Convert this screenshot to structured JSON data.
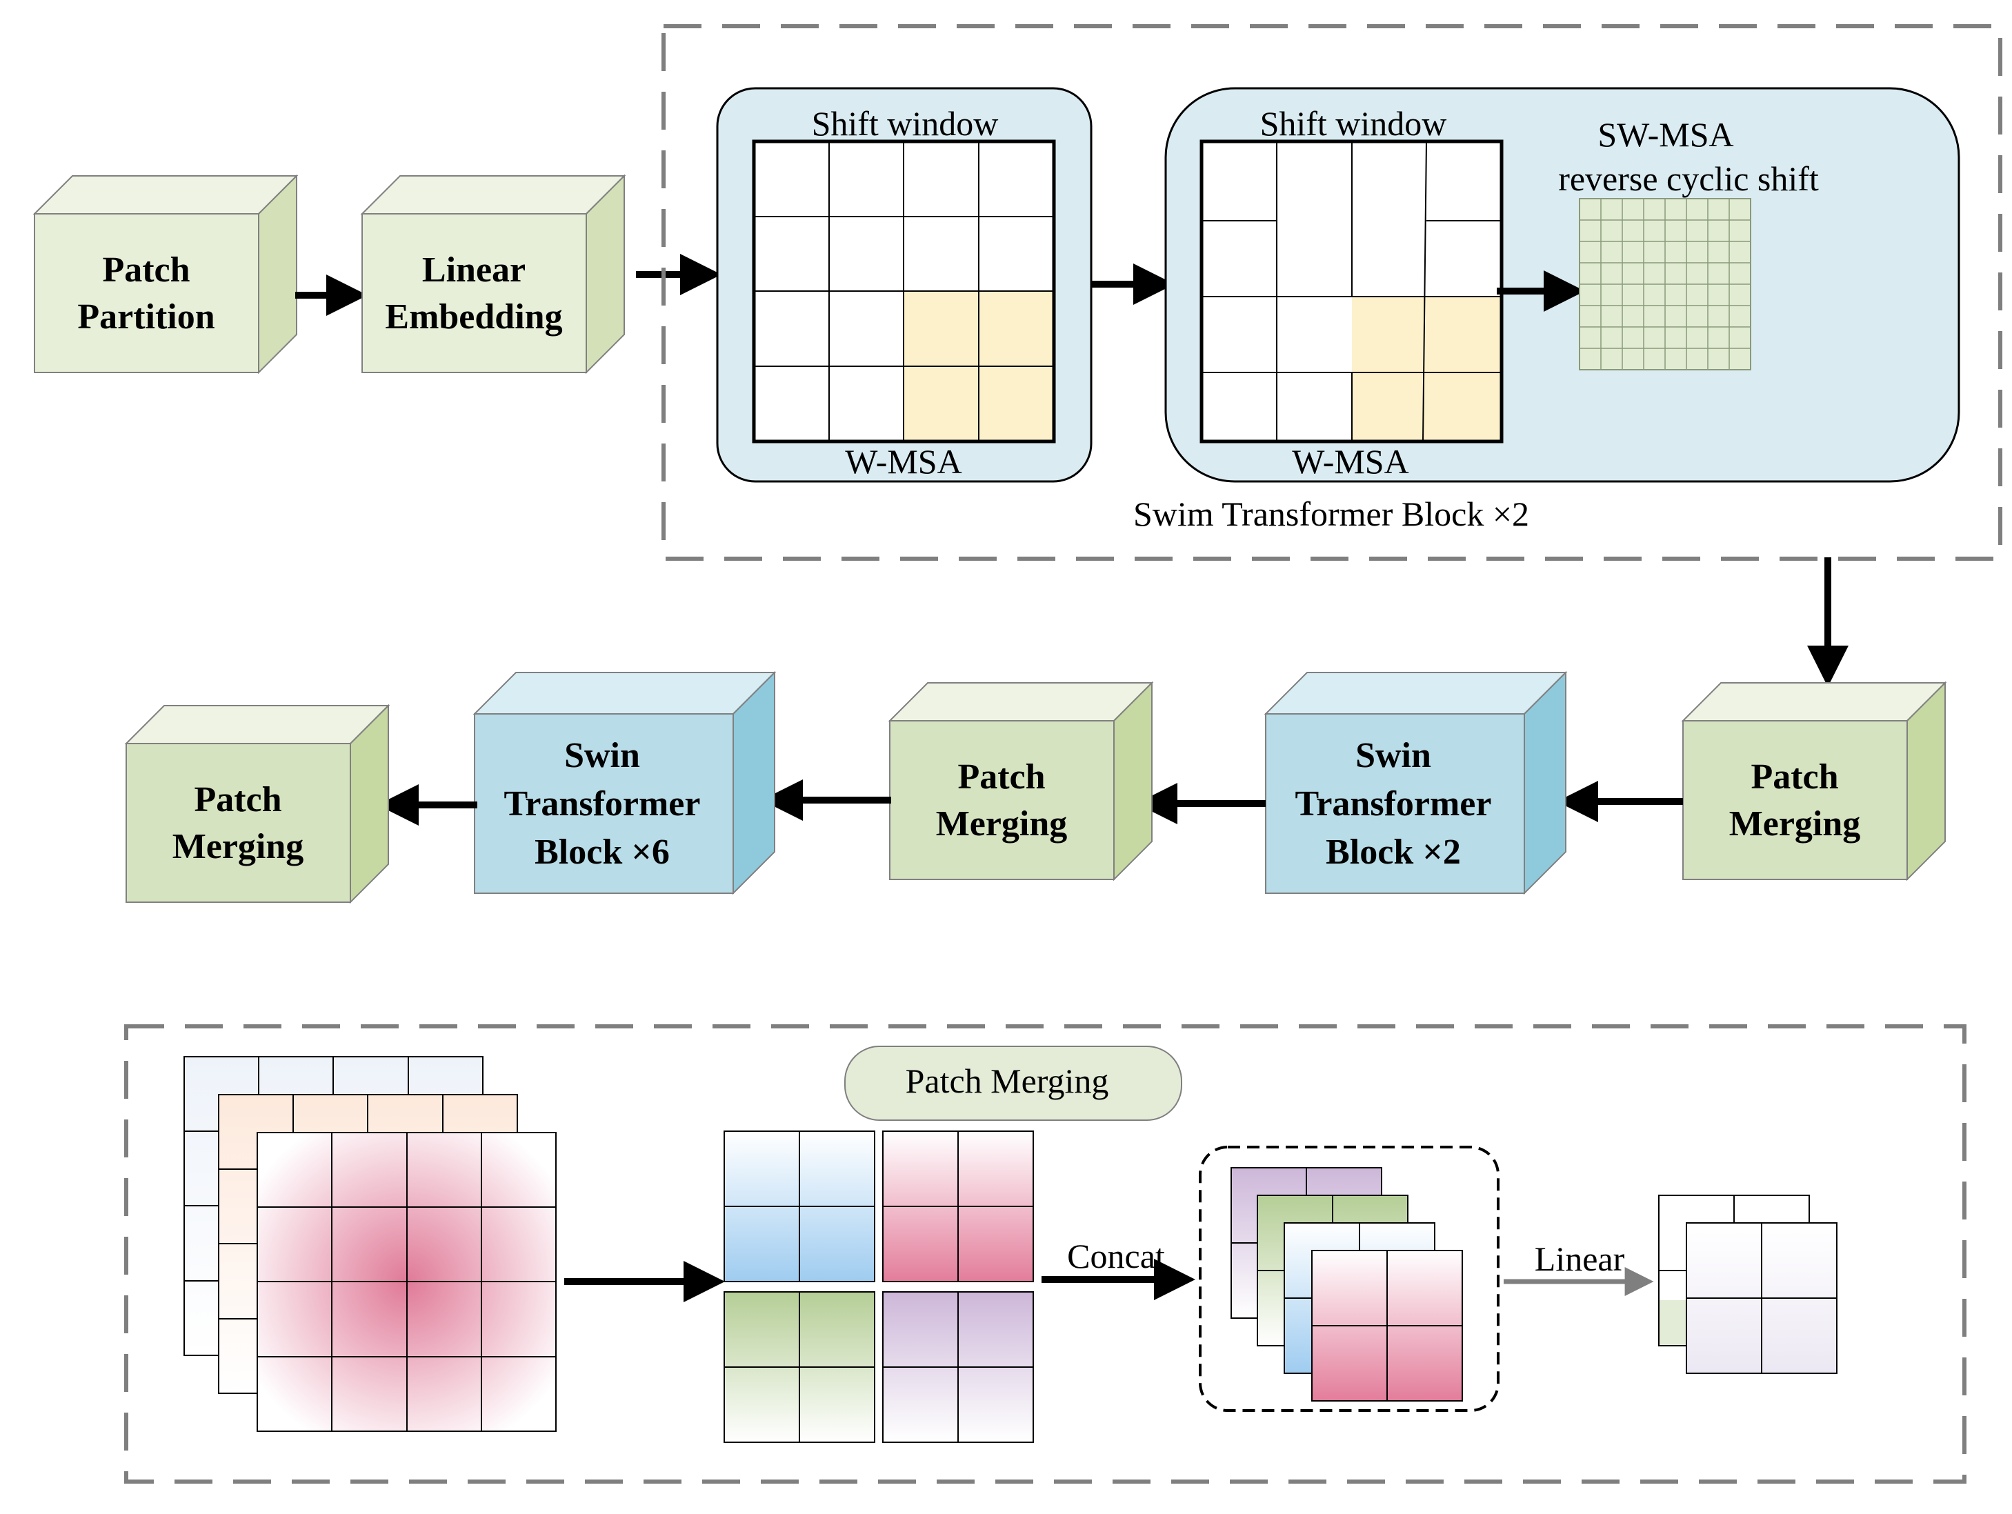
{
  "top_row": {
    "patch_partition": [
      "Patch",
      "Partition"
    ],
    "linear_embedding": [
      "Linear",
      "Embedding"
    ]
  },
  "block_panel": {
    "left_box": {
      "top_label": "Shift window",
      "bottom_label": "W-MSA"
    },
    "right_box": {
      "top_label": "Shift window",
      "bottom_label": "W-MSA",
      "side_title_1": "SW-MSA",
      "side_title_2": "reverse cyclic shift"
    },
    "caption": "Swim Transformer Block ×2"
  },
  "middle_row": {
    "merging_right": [
      "Patch",
      "Merging"
    ],
    "swin_block_2": [
      "Swin",
      "Transformer",
      "Block ×2"
    ],
    "merging_middle": [
      "Patch",
      "Merging"
    ],
    "swin_block_6": [
      "Swin",
      "Transformer",
      "Block ×6"
    ],
    "merging_left": [
      "Patch",
      "Merging"
    ]
  },
  "merging_panel": {
    "title": "Patch Merging",
    "concat_label": "Concat",
    "linear_label": "Linear"
  },
  "colors": {
    "cube_green_light": "#e8efd9",
    "cube_green": "#d6e3c0",
    "cube_blue": "#b8dde9",
    "panel_fill": "#daecf2",
    "highlight": "#fdf1cc",
    "pink": "#e37d9b",
    "blue": "#9fccf0",
    "green": "#b5ce96",
    "purple": "#cdb7d9"
  }
}
